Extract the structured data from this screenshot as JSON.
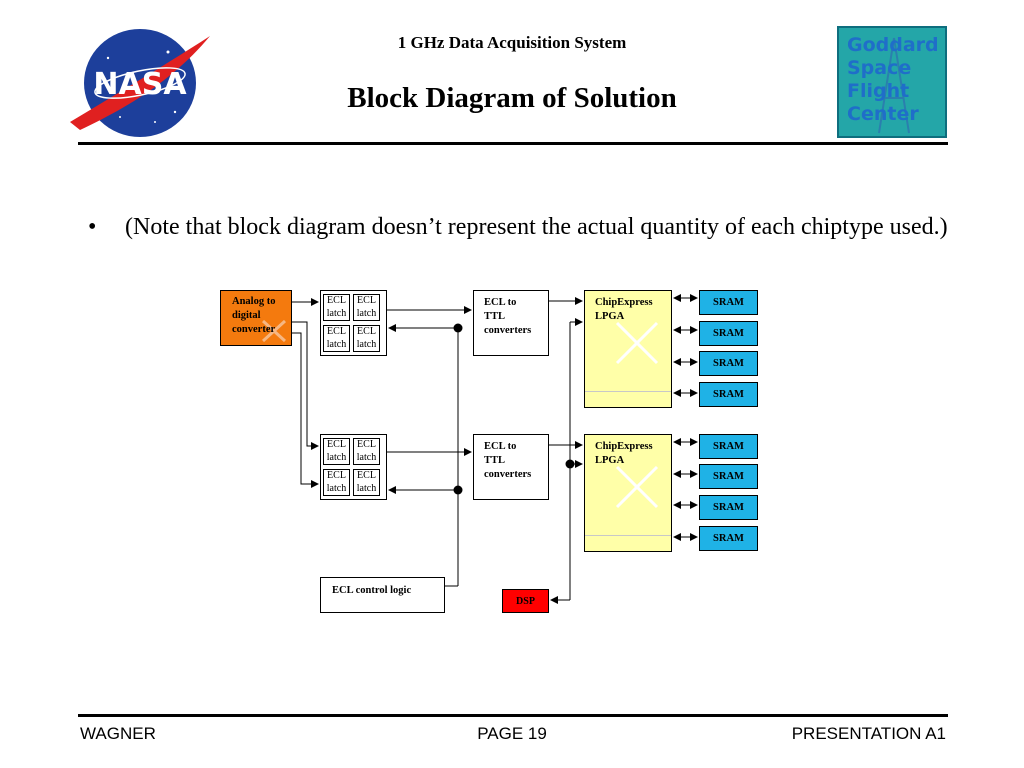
{
  "header": {
    "subtitle": "1 GHz Data Acquisition System",
    "title": "Block Diagram of Solution",
    "logo_left": "NASA",
    "logo_right_lines": [
      "Goddard",
      "Space",
      "Flight",
      "Center"
    ]
  },
  "bullet": {
    "marker": "•",
    "text": "(Note that block diagram doesn’t represent the actual quantity of each chiptype used.)"
  },
  "diagram": {
    "adc": {
      "lines": [
        "Analog to",
        "digital",
        "converter"
      ],
      "color": "#f47a0e"
    },
    "ecl_latch": "ECL latch",
    "ecl_ttl": [
      "ECL to",
      "TTL",
      "converters"
    ],
    "fpga": [
      "ChipExpress",
      "LPGA"
    ],
    "fpga_color": "#ffffa8",
    "sram": "SRAM",
    "sram_color": "#1fb2e6",
    "control": "ECL control logic",
    "dsp": "DSP",
    "dsp_color": "#ff0000"
  },
  "footer": {
    "left": "WAGNER",
    "center": "PAGE 19",
    "right": "PRESENTATION A1"
  }
}
